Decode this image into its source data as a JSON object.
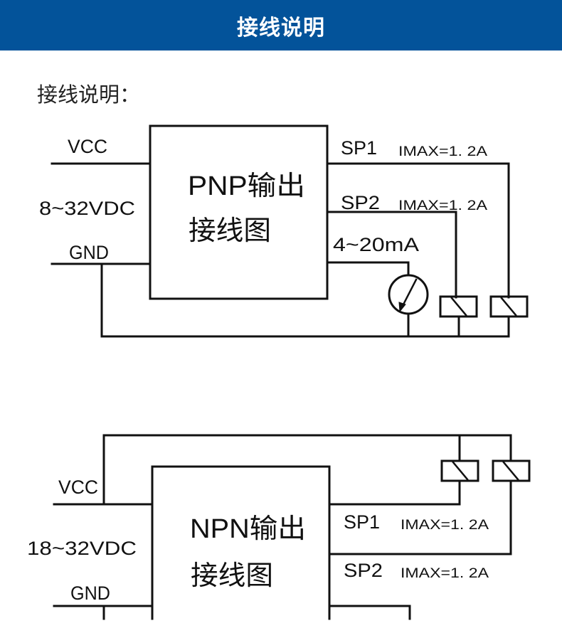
{
  "banner": {
    "title": "接线说明",
    "background": "#03539a"
  },
  "section_heading": "接线说明：",
  "pnp_diagram": {
    "box_line1": "PNP输出",
    "box_line2": "接线图",
    "vcc_label": "VCC",
    "supply_label": "8~32VDC",
    "gnd_label": "GND",
    "sp1_label": "SP1",
    "sp1_imax": "IMAX=1. 2A",
    "sp2_label": "SP2",
    "sp2_imax": "IMAX=1. 2A",
    "analog_label": "4~20mA",
    "components": [
      "ammeter-icon",
      "relay-coil-icon",
      "relay-coil-icon"
    ]
  },
  "npn_diagram": {
    "box_line1": "NPN输出",
    "box_line2": "接线图",
    "vcc_label": "VCC",
    "supply_label": "18~32VDC",
    "gnd_label": "GND",
    "sp1_label": "SP1",
    "sp1_imax": "IMAX=1. 2A",
    "sp2_label": "SP2",
    "sp2_imax": "IMAX=1. 2A",
    "components": [
      "relay-coil-icon",
      "relay-coil-icon"
    ]
  }
}
